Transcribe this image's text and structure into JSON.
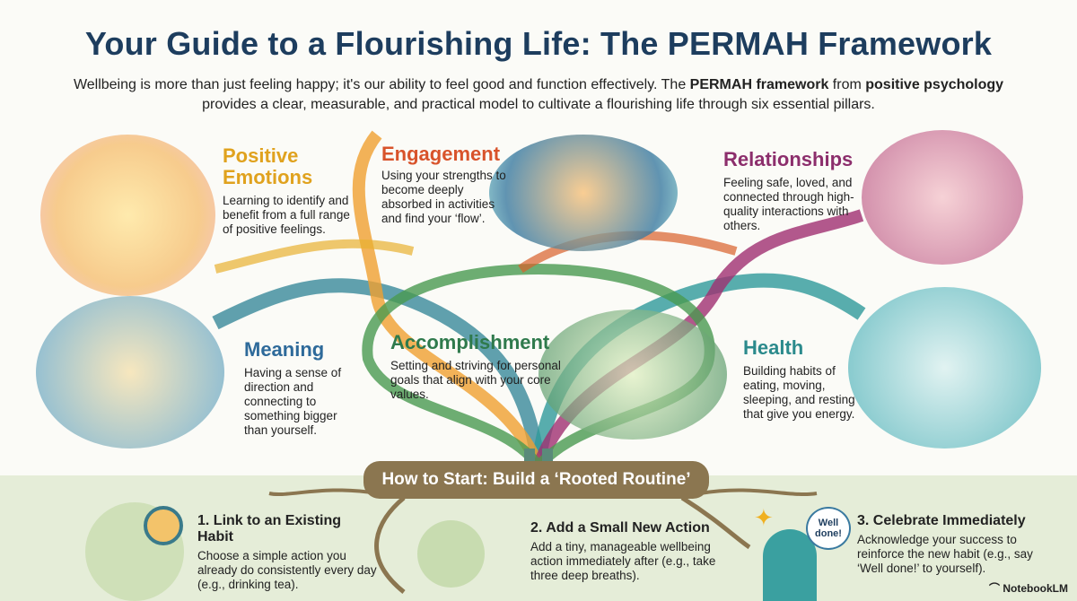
{
  "header": {
    "title": "Your Guide to a Flourishing Life: The PERMAH Framework",
    "intro_1": "Wellbeing is more than just feeling happy; it's our ability to feel good and function effectively. The ",
    "intro_bold_1": "PERMAH framework",
    "intro_2": " from ",
    "intro_bold_2": "positive psychology",
    "intro_3": " provides a clear, measurable, and practical model to cultivate a flourishing life through six essential pillars."
  },
  "pillars": [
    {
      "title": "Positive Emotions",
      "desc": "Learning to identify and benefit from a full range of positive feelings.",
      "color": "#e0a21e"
    },
    {
      "title": "Engagement",
      "desc": "Using your strengths to become deeply absorbed in activities and find your ‘flow’.",
      "color": "#d8532b"
    },
    {
      "title": "Relationships",
      "desc": "Feeling safe, loved, and connected through high-quality interactions with others.",
      "color": "#8c2e6c"
    },
    {
      "title": "Meaning",
      "desc": "Having a sense of direction and connecting to something bigger than yourself.",
      "color": "#2e6a9a"
    },
    {
      "title": "Accomplishment",
      "desc": "Setting and striving for personal goals that align with your core values.",
      "color": "#2f7a4c"
    },
    {
      "title": "Health",
      "desc": "Building habits of eating, moving, sleeping, and resting that give you energy.",
      "color": "#2b8a8c"
    }
  ],
  "routine": {
    "banner": "How to Start: Build a ‘Rooted Routine’",
    "steps": [
      {
        "title": "1. Link to an Existing Habit",
        "desc": "Choose a simple action you already do consistently every day (e.g., drinking tea)."
      },
      {
        "title": "2. Add a Small New Action",
        "desc": "Add a tiny, manageable wellbeing action immediately after (e.g., take three deep breaths)."
      },
      {
        "title": "3. Celebrate Immediately",
        "desc": "Acknowledge your success to reinforce the new habit (e.g., say ‘Well done!’ to yourself)."
      }
    ],
    "speech_bubble": "Well done!"
  },
  "brand": "NotebookLM"
}
